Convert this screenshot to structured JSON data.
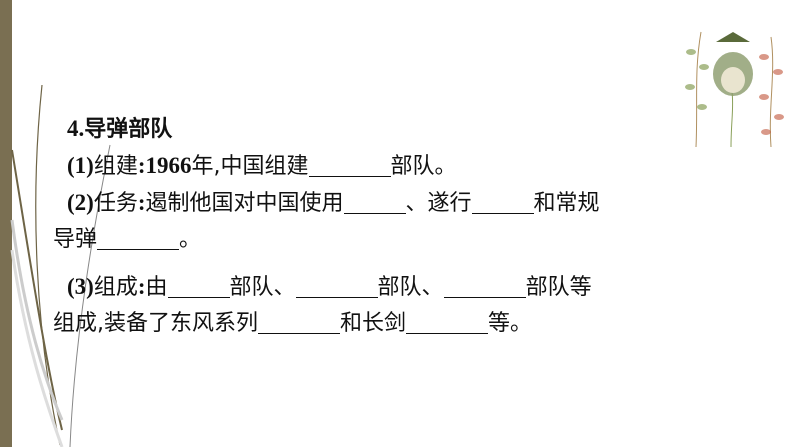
{
  "heading": {
    "num": "4.",
    "text": "导弹部队"
  },
  "item1": {
    "label": "(1)",
    "name": "组建",
    "colon": ":",
    "year": "1966",
    "t1": "年,中国组建",
    "t2": "部队。"
  },
  "item2": {
    "label": "(2)",
    "name": "任务",
    "colon": ":",
    "t1": "遏制他国对中国使用",
    "t2": "、遂行",
    "t3": "和常规",
    "t4": "导弹",
    "t5": "。"
  },
  "item3": {
    "label": "(3)",
    "name": "组成",
    "colon": ":",
    "t1": "由",
    "t2": "部队、",
    "t3": "部队、",
    "t4": "部队等",
    "t5": "组成,装备了东风系列",
    "t6": "和长剑",
    "t7": "等。"
  },
  "colors": {
    "bar": "#7a6f52",
    "leaf_green": "#8aa05a",
    "leaf_red": "#c0553a"
  }
}
